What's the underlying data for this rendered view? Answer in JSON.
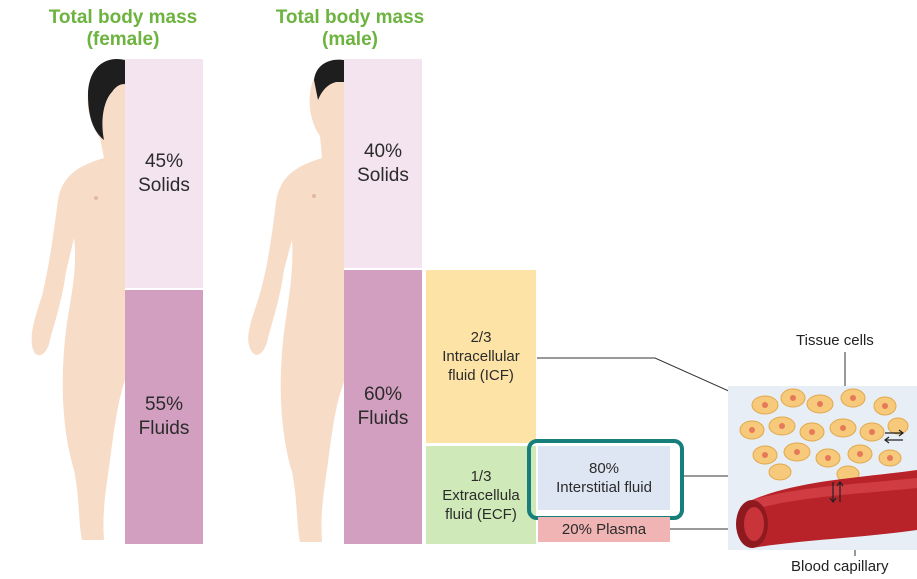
{
  "female": {
    "title_line1": "Total body mass",
    "title_line2": "(female)",
    "solids_pct": "45%",
    "solids_label": "Solids",
    "fluids_pct": "55%",
    "fluids_label": "Fluids"
  },
  "male": {
    "title_line1": "Total body mass",
    "title_line2": "(male)",
    "solids_pct": "40%",
    "solids_label": "Solids",
    "fluids_pct": "60%",
    "fluids_label": "Fluids"
  },
  "icf": {
    "fraction": "2/3",
    "line1": "Intracellular",
    "line2": "fluid (ICF)"
  },
  "ecf": {
    "fraction": "1/3",
    "line1": "Extracellula",
    "line2": "fluid (ECF)"
  },
  "interstitial": {
    "pct": "80%",
    "label": "Interstitial fluid"
  },
  "plasma": {
    "label": "20% Plasma"
  },
  "labels": {
    "tissue_cells": "Tissue cells",
    "blood_capillary": "Blood capillary"
  },
  "colors": {
    "title_green": "#6db33f",
    "solids": "#f3e4ef",
    "fluids": "#d29fc0",
    "icf": "#fde3a6",
    "ecf": "#cfeab8",
    "interstitial": "#dfe6f3",
    "plasma": "#f0b4b4",
    "highlight": "#167f7b",
    "skin": "#f7dcc8",
    "hair": "#1e1e1e",
    "vessel": "#b8232a"
  }
}
